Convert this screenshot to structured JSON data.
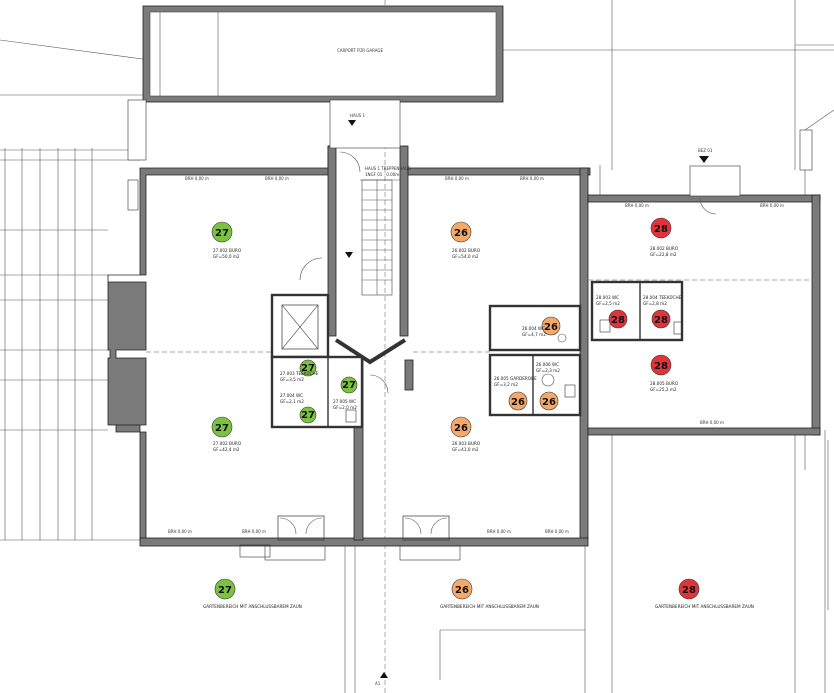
{
  "colors": {
    "green": "#7cc242",
    "orange": "#f4a96a",
    "red": "#e0343a"
  },
  "top_garage_label": "CARPORT FÜR GARAGE",
  "stair": {
    "entry": "HAUS 1",
    "label": "HAUS 1 TREPPENHAUS",
    "area": "1NGF 01 - 0.00m"
  },
  "north_label": "BEZ 01",
  "bottom_label": "A1",
  "units": [
    {
      "id": "u27",
      "number": "27",
      "color_key": "green",
      "rooms": [
        {
          "id": "r27a",
          "name": "27.002 BURO",
          "area": "GF=50,0 m2"
        },
        {
          "id": "r27b",
          "name": "27.002 BURO",
          "area": "GF=42,4 m2"
        },
        {
          "id": "r27c",
          "name": "27.003 TEEKÜCHE",
          "area": "GF=3,5 m2"
        },
        {
          "id": "r27d",
          "name": "27.004 WC",
          "area": "GF=2,1 m2"
        },
        {
          "id": "r27e",
          "name": "27.005 WC",
          "area": "GF=2,0 m2"
        }
      ],
      "garden": "GARTENBEREICH MIT ANSCHLUSSBAREM ZAUN"
    },
    {
      "id": "u26",
      "number": "26",
      "color_key": "orange",
      "rooms": [
        {
          "id": "r26a",
          "name": "26.002 BURO",
          "area": "GF=54,0 m2"
        },
        {
          "id": "r26b",
          "name": "26.003 BURO",
          "area": "GF=41,0 m2"
        },
        {
          "id": "r26c",
          "name": "26.004 WC",
          "area": "GF=4,7 m2"
        },
        {
          "id": "r26d",
          "name": "26.005 GARDEROBE",
          "area": "GF=3,2 m2"
        },
        {
          "id": "r26e",
          "name": "26.006 WC",
          "area": "GF=2,3 m2"
        }
      ],
      "garden": "GARTENBEREICH MIT ANSCHLUSSBAREM ZAUN"
    },
    {
      "id": "u28",
      "number": "28",
      "color_key": "red",
      "rooms": [
        {
          "id": "r28a",
          "name": "28.002 BURO",
          "area": "GF=22,8 m2"
        },
        {
          "id": "r28b",
          "name": "28.003 WC",
          "area": "GF=2,5 m2"
        },
        {
          "id": "r28c",
          "name": "28.004 TEEKÜCHE",
          "area": "GF=2,8 m2"
        },
        {
          "id": "r28d",
          "name": "28.005 BURO",
          "area": "GF=25,2 m2"
        }
      ],
      "garden": "GARTENBEREICH MIT ANSCHLUSSBAREM ZAUN"
    }
  ],
  "dimension_tag": "BRH 0,00 m"
}
